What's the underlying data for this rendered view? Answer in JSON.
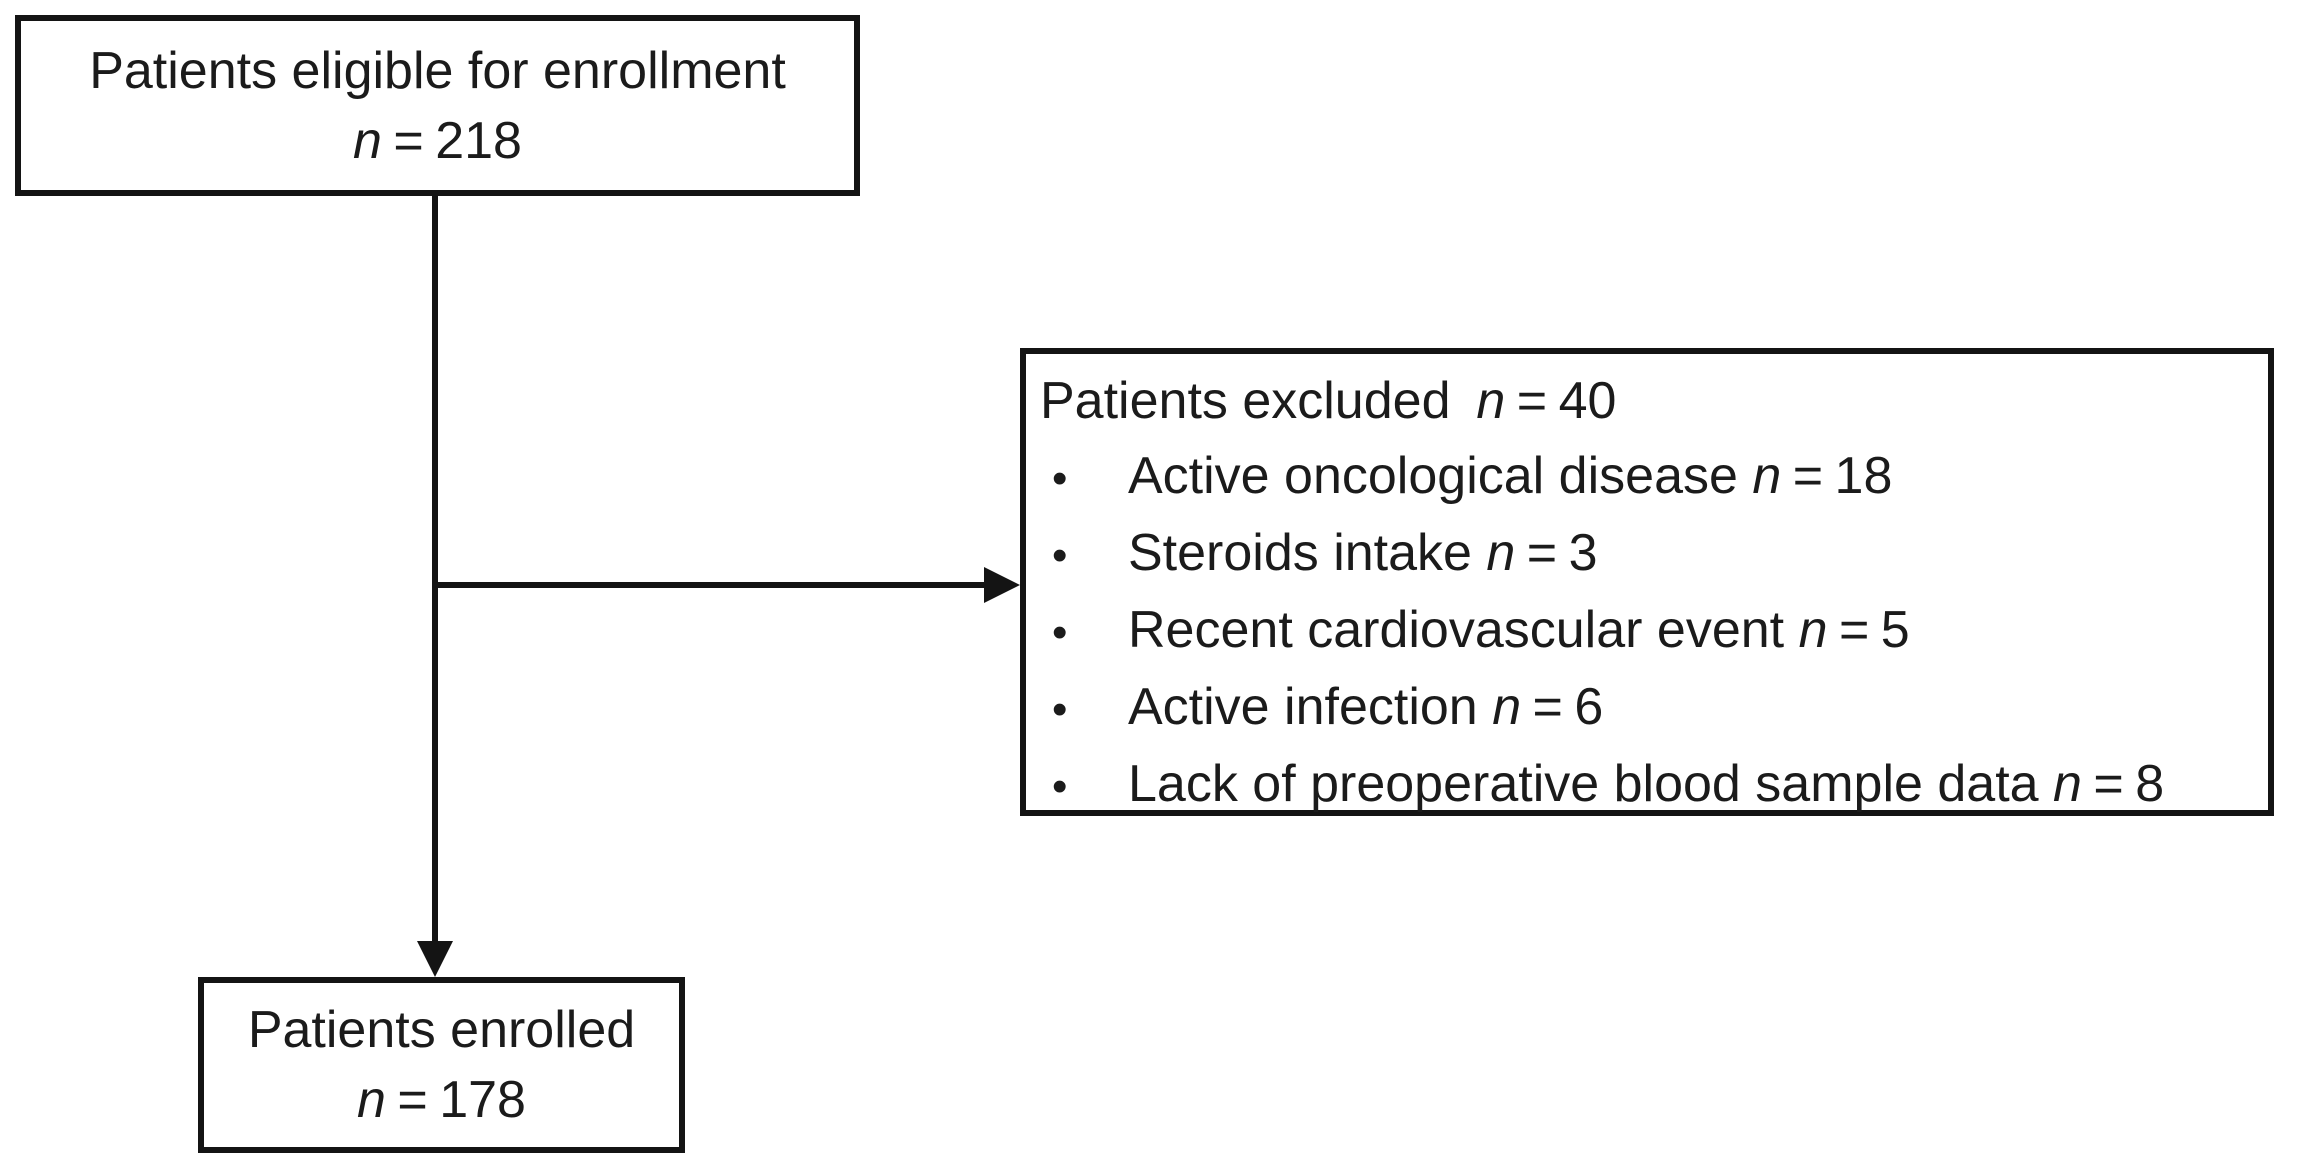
{
  "figure": {
    "type": "patient-enrollment-flowchart",
    "background_color": "#ffffff",
    "border_color": "#141414",
    "text_color": "#1b1b1b"
  },
  "symbols": {
    "n": "n",
    "eq": "=",
    "bullet": "•"
  },
  "eligible_box": {
    "title": "Patients eligible for enrollment",
    "n_value": "218"
  },
  "excluded_box": {
    "title": "Patients excluded",
    "n_value": "40",
    "items": [
      {
        "label": "Active oncological disease",
        "n_value": "18"
      },
      {
        "label": "Steroids intake",
        "n_value": "3"
      },
      {
        "label": "Recent cardiovascular event",
        "n_value": "5"
      },
      {
        "label": "Active infection",
        "n_value": "6"
      },
      {
        "label": "Lack of preoperative blood sample data",
        "n_value": "8"
      }
    ]
  },
  "enrolled_box": {
    "title": "Patients enrolled",
    "n_value": "178"
  }
}
